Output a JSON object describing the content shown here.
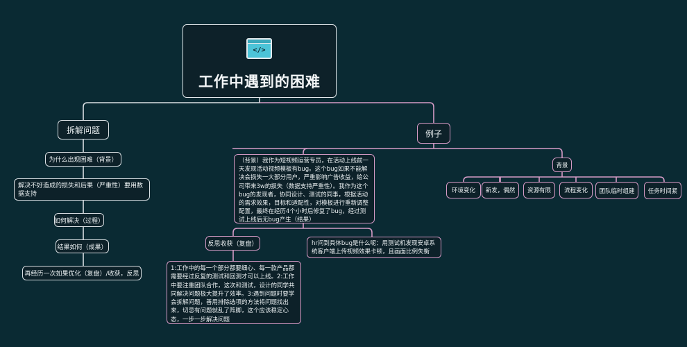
{
  "colors": {
    "background": "#0a2a33",
    "node_fill": "#0d2129",
    "left_branch_line": "#d9dfe3",
    "right_branch_line": "#d59bc6",
    "icon_fill": "#4cc4d8"
  },
  "root": {
    "icon": "code-window-icon",
    "icon_glyph": "</>",
    "title": "工作中遇到的困难"
  },
  "left_branch": {
    "title": "拆解问题",
    "children": [
      {
        "label": "为什么出现困难（背景）"
      },
      {
        "label": "解决不好造成的损失和后果（严重性）要用数据支持"
      },
      {
        "label": "如何解决（过程）"
      },
      {
        "label": "结果如何（成果）"
      },
      {
        "label": "再经历一次如果优化（复盘）/收获，反思"
      }
    ]
  },
  "right_branch": {
    "title": "例子",
    "story": {
      "text": "（背景）我作为短视频运营专员，在活动上线前一天发现活动视频模板有bug。这个bug如果不能解决会损失一大部分用户，严重影响广告收益，给公司带来3w的损失（数据支持严重性）。我作为这个bug的发现者，协同设计、测试的同事，根据活动的需求效果，目标和适配性，对模板进行重新调整配置，最终在经历4个小时后修复了bug，经过测试上线后无bug产生（结果）",
      "children": {
        "reflection": {
          "title": "反思收获（复盘）",
          "detail": "1:工作中的每一个部分都要细心、每一款产品都需要经过反复的测试和回测才可以上线。2:工作中要注重团队合作，这次和测试，设计的同学共同解决问题极大提升了效率。3:遇到问题时要学会拆解问题，善用排除选项的方法将问题找出来，切忌有问题就乱了阵脚，这个应该稳定心态，一步一步解决问题"
        },
        "hr_question": {
          "text": "hr问到具体bug是什么呢：用测试机发现安卓系统客户端上传视频效果卡顿，且画面比例失衡"
        }
      }
    },
    "background": {
      "title": "背景",
      "children": [
        {
          "label": "环境变化"
        },
        {
          "label": "新发，偶然"
        },
        {
          "label": "资源有限"
        },
        {
          "label": "流程变化"
        },
        {
          "label": "团队临时组建"
        },
        {
          "label": "任务时间紧"
        }
      ]
    }
  }
}
